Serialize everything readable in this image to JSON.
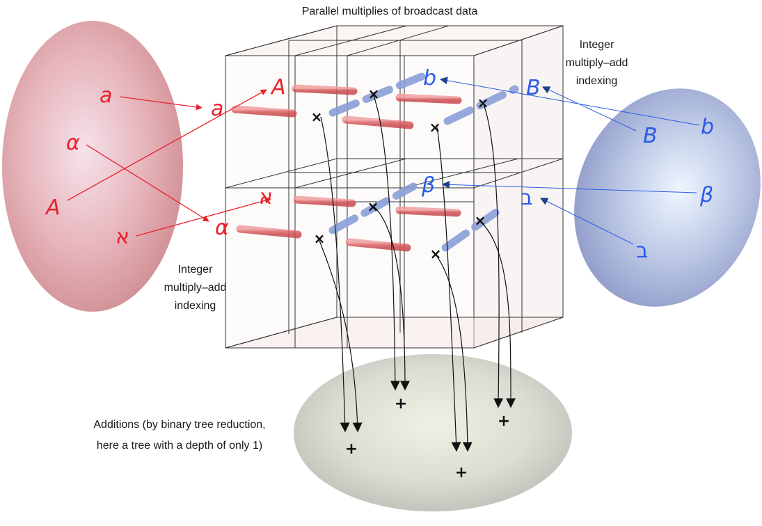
{
  "title": "Parallel multiplies of broadcast data",
  "index_note_right": [
    "Integer",
    "multiply–add",
    "indexing"
  ],
  "index_note_left": [
    "Integer",
    "multiply–add",
    "indexing"
  ],
  "additions_note": [
    "Additions (by binary tree reduction,",
    "here a tree with a depth of only 1)"
  ],
  "left_blob": {
    "labels": [
      "a",
      "α",
      "A",
      "א"
    ],
    "color": "#e8202a"
  },
  "right_blob": {
    "labels": [
      "b",
      "B",
      "β",
      "ב"
    ],
    "color": "#2a5be8"
  },
  "cube_red_labels": [
    "a",
    "A",
    "α",
    "א"
  ],
  "cube_blue_labels": [
    "b",
    "B",
    "β",
    "ב"
  ],
  "multiply_symbol": "×",
  "add_symbol": "+",
  "colors": {
    "red": "#e8202a",
    "blue": "#2a5be8",
    "dark_blue": "#1e3f8a",
    "black": "#111111"
  }
}
